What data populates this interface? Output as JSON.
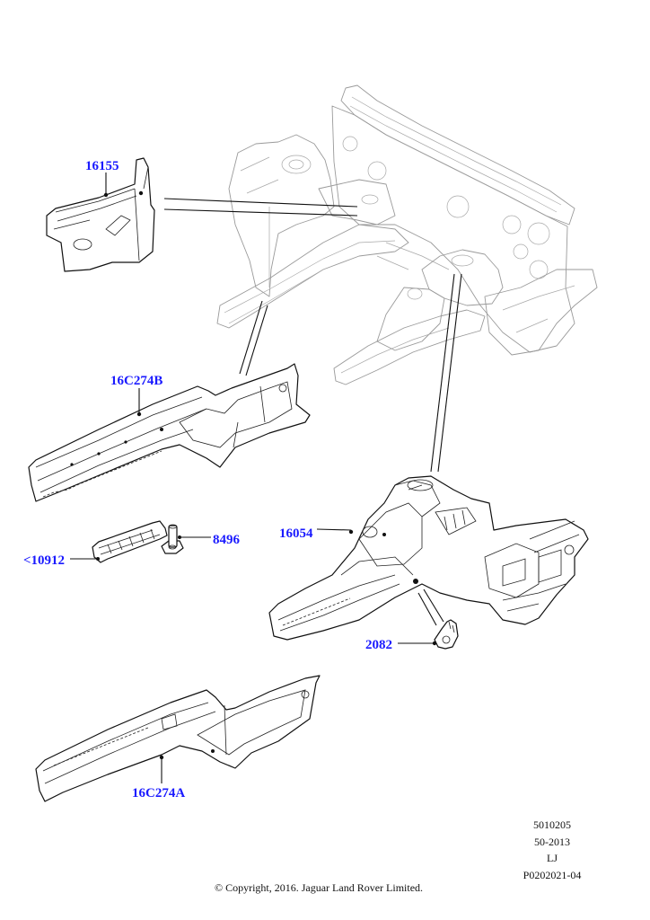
{
  "diagram": {
    "title": "Front body structure exploded parts diagram",
    "callouts": [
      {
        "id": "16155",
        "label": "16155"
      },
      {
        "id": "16C274B",
        "label": "16C274B"
      },
      {
        "id": "10912",
        "label": "<10912"
      },
      {
        "id": "8496",
        "label": "8496"
      },
      {
        "id": "16054",
        "label": "16054"
      },
      {
        "id": "2082",
        "label": "2082"
      },
      {
        "id": "16C274A",
        "label": "16C274A"
      }
    ],
    "callout_color": "#1a1aff",
    "line_color": "#111111",
    "ghost_line_color": "#9a9a9a"
  },
  "reference": {
    "lines": [
      "5010205",
      "50-2013",
      "LJ",
      "P0202021-04"
    ]
  },
  "footer": {
    "copyright": "© Copyright, 2016. Jaguar Land Rover Limited."
  }
}
